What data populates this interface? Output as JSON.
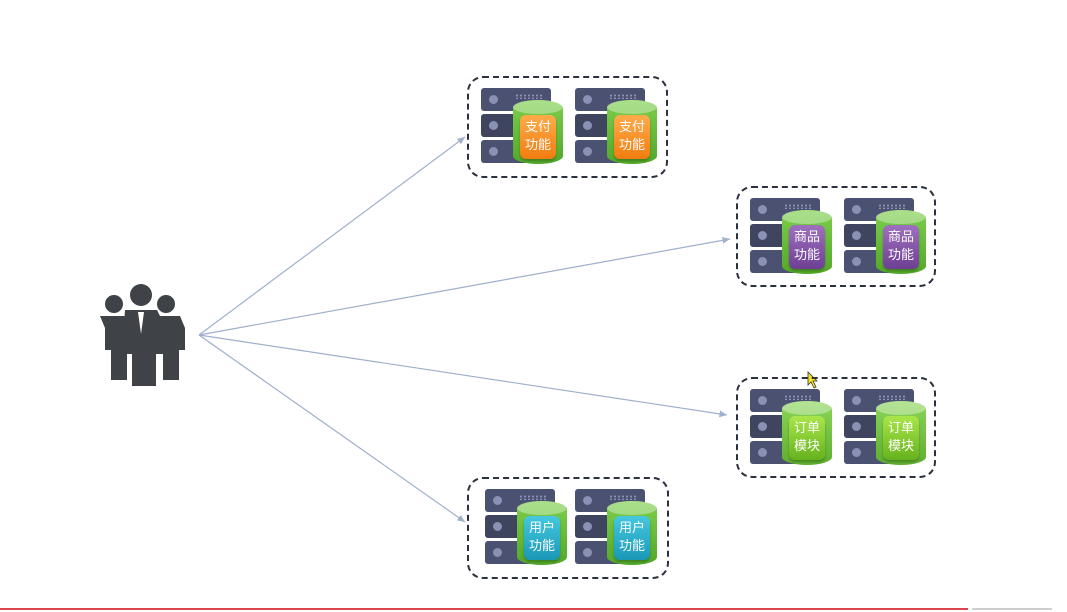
{
  "diagram": {
    "groups": [
      {
        "id": "pay",
        "theme": "pay",
        "line1": "支付",
        "line2": "功能"
      },
      {
        "id": "goods",
        "theme": "goods",
        "line1": "商品",
        "line2": "功能"
      },
      {
        "id": "order",
        "theme": "order",
        "line1": "订单",
        "line2": "模块"
      },
      {
        "id": "user",
        "theme": "user",
        "line1": "用户",
        "line2": "功能"
      }
    ],
    "icons": {
      "users": "users-icon",
      "server": "server-icon",
      "database": "database-icon",
      "cursor": "cursor-icon"
    },
    "colors": {
      "arrow": "#9fb0cc",
      "users": "#3f4347",
      "border": "#2c3140",
      "pay": "#f07d10",
      "goods": "#6d3f93",
      "order": "#66b21e",
      "user": "#1a98b6",
      "accent_line": "#d9454a"
    }
  }
}
